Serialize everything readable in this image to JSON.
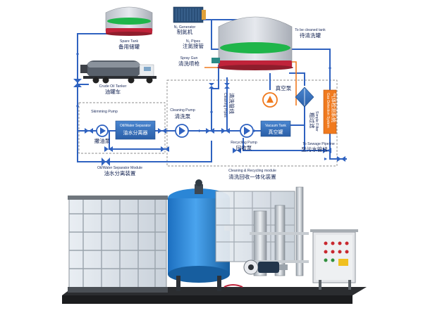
{
  "colors": {
    "pipe": "#2f62c0",
    "pipe_light": "#5e8fd8",
    "accent_orange": "#f07a1e",
    "tank_grey": "#c8ccd2",
    "tank_green": "#1fb54a",
    "tank_red": "#c0233a",
    "frame_blue": "#2b7de0"
  },
  "labels": {
    "spare_tank_en": "Spare Tank",
    "spare_tank_cn": "备用储罐",
    "crude_oil_tanker_en": "Crude Oil Tanker",
    "crude_oil_tanker_cn": "油罐车",
    "n2_generator_en": "N₂ Generator",
    "n2_generator_cn": "制氮机",
    "n2_pipes_en": "N₂ Pipes",
    "n2_pipes_cn": "注氮接管",
    "spray_gun_en": "Spray Gun",
    "spray_gun_cn": "清洗喷枪",
    "to_be_cleaned_en": "To be cleaned tank",
    "to_be_cleaned_cn": "待清洗罐",
    "skimming_pump_en": "Skimming Pump",
    "skimming_pump_cn": "撇油泵",
    "oil_water_separator_en": "Oil/Water Separator",
    "oil_water_separator_cn": "油水分离器",
    "cleaning_pump_en": "Cleaning Pump",
    "cleaning_pump_cn": "清洗泵",
    "cleaning_pipes_en": "Cleaning Pipes",
    "cleaning_pipes_cn": "清洗管线",
    "vacuum_pump_cn": "真空泵",
    "vacuum_tank_en": "Vacuum Tank",
    "vacuum_tank_cn": "真空罐",
    "simple_filter_en": "Simple Filter",
    "simple_filter_cn": "粗过滤",
    "gas_detection_en": "Gas Detection System",
    "gas_detection_cn": "气体检测系统",
    "recycling_pump_en": "Recycling Pump",
    "recycling_pump_cn": "回收泵",
    "to_sewage_en": "To Sewage Pipeline",
    "to_sewage_cn": "至污水管线",
    "separator_module_en": "Oil/Water Separator Module",
    "separator_module_cn": "油水分离装置",
    "cleaning_module_en": "Cleaning & Recycling module",
    "cleaning_module_cn": "清洗回收一体化装置"
  }
}
